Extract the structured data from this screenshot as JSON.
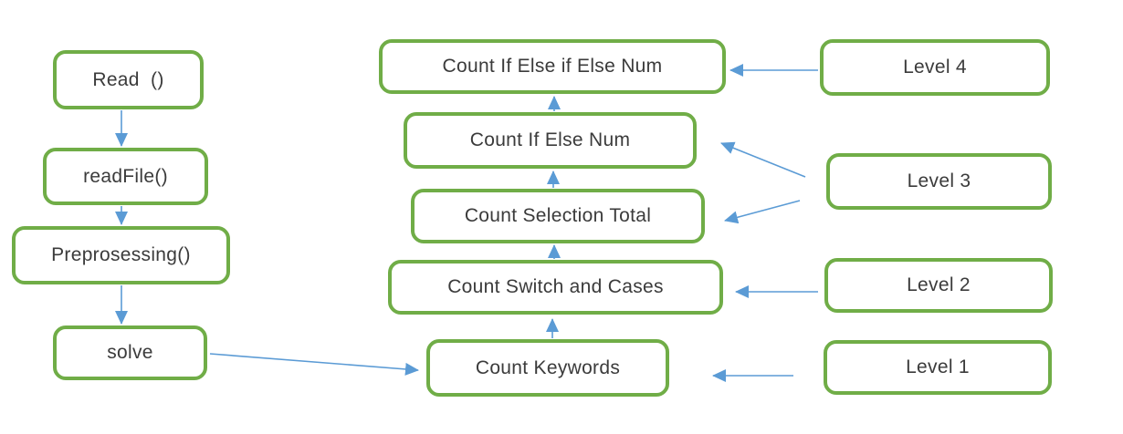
{
  "colors": {
    "box_border": "#70AD47",
    "arrow": "#5B9BD5",
    "text": "#3B3B3B",
    "background": "#FFFFFF"
  },
  "diagram": {
    "left_column": [
      {
        "id": "read",
        "label": "Read  ()"
      },
      {
        "id": "readfile",
        "label": "readFile()"
      },
      {
        "id": "preprocessing",
        "label": "Preprosessing()"
      },
      {
        "id": "solve",
        "label": "solve"
      }
    ],
    "middle_column": [
      {
        "id": "count-if-else-if-else-num",
        "label": "Count If Else if Else Num"
      },
      {
        "id": "count-if-else-num",
        "label": "Count If Else Num"
      },
      {
        "id": "count-selection-total",
        "label": "Count Selection Total"
      },
      {
        "id": "count-switch-and-cases",
        "label": "Count Switch and Cases"
      },
      {
        "id": "count-keywords",
        "label": "Count Keywords"
      }
    ],
    "right_column": [
      {
        "id": "level-4",
        "label": "Level 4"
      },
      {
        "id": "level-3",
        "label": "Level 3"
      },
      {
        "id": "level-2",
        "label": "Level 2"
      },
      {
        "id": "level-1",
        "label": "Level 1"
      }
    ],
    "edges": [
      {
        "from": "Read ()",
        "to": "readFile()"
      },
      {
        "from": "readFile()",
        "to": "Preprosessing()"
      },
      {
        "from": "Preprosessing()",
        "to": "solve"
      },
      {
        "from": "solve",
        "to": "Count Keywords"
      },
      {
        "from": "Count Keywords",
        "to": "Count Switch and Cases"
      },
      {
        "from": "Count Switch and Cases",
        "to": "Count Selection Total"
      },
      {
        "from": "Count Selection Total",
        "to": "Count If Else Num"
      },
      {
        "from": "Count If Else Num",
        "to": "Count If Else if Else Num"
      },
      {
        "from": "Level 4",
        "to": "Count If Else if Else Num"
      },
      {
        "from": "Level 3",
        "to": "Count If Else Num"
      },
      {
        "from": "Level 3",
        "to": "Count Selection Total"
      },
      {
        "from": "Level 2",
        "to": "Count Switch and Cases"
      },
      {
        "from": "Level 1",
        "to": "Count Keywords"
      }
    ]
  }
}
